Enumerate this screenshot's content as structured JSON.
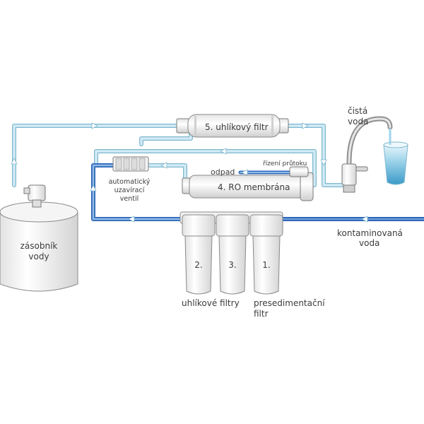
{
  "labels": {
    "post_carbon_filter": "5. uhlíkový filtr",
    "clean_water_line1": "čistá",
    "clean_water_line2": "voda",
    "auto_valve_line1": "automatický",
    "auto_valve_line2": "uzavírací",
    "auto_valve_line3": "ventil",
    "waste": "odpad",
    "flow_control": "řízení průtoku",
    "ro_membrane": "4. RO membrána",
    "tank_line1": "zásobník",
    "tank_line2": "vody",
    "contaminated_line1": "kontaminovaná",
    "contaminated_line2": "voda",
    "filter_2": "2.",
    "filter_3": "3.",
    "filter_1": "1.",
    "carbon_filters": "uhlíkové filtry",
    "presediment_line1": "presedimentační",
    "presediment_line2": "filtr"
  },
  "colors": {
    "clean_line": "#bfe0ee",
    "clean_line_edge": "#7fb7cf",
    "dirty_line": "#2f66b8",
    "device": "#ffffff",
    "device_edge": "#8a8a8a",
    "text": "#3c3c3c"
  }
}
